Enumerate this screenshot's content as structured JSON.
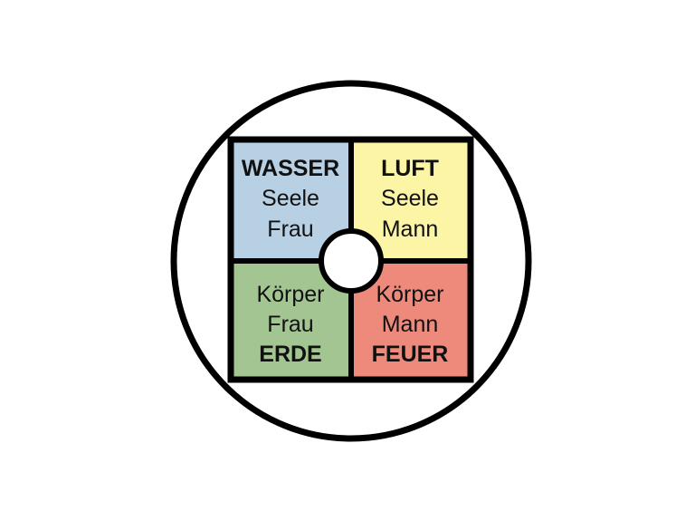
{
  "diagram": {
    "quadrants": {
      "top_left": {
        "color": "#b8d0e4",
        "title": "WASSER",
        "line1": "Seele",
        "line2": "Frau"
      },
      "top_right": {
        "color": "#fbf5a5",
        "title": "LUFT",
        "line1": "Seele",
        "line2": "Mann"
      },
      "bottom_left": {
        "color": "#a3c592",
        "line1": "Körper",
        "line2": "Frau",
        "title": "ERDE"
      },
      "bottom_right": {
        "color": "#ed8a7b",
        "line1": "Körper",
        "line2": "Mann",
        "title": "FEUER"
      }
    },
    "outline_color": "#000000",
    "background_color": "#ffffff"
  }
}
